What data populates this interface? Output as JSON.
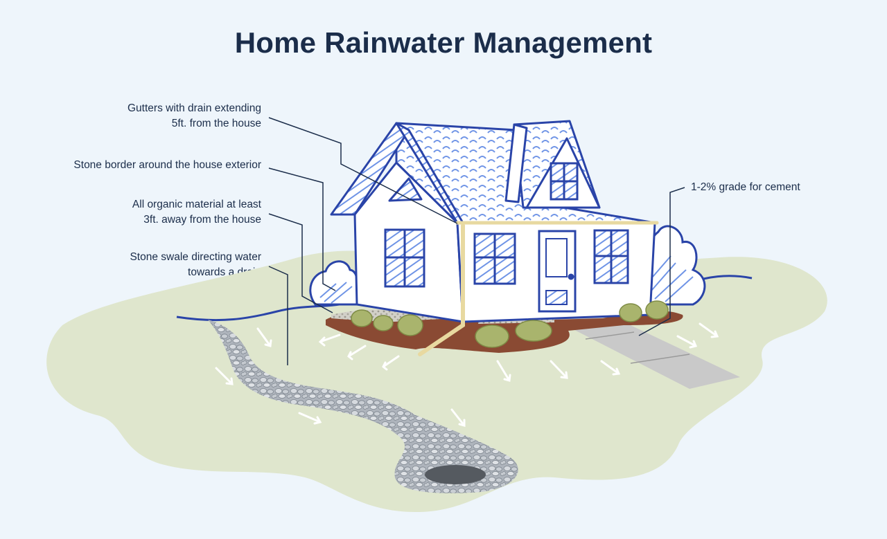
{
  "title": "Home Rainwater Management",
  "callouts": {
    "gutters": [
      "Gutters with drain extending",
      "5ft. from the house"
    ],
    "stone_border": [
      "Stone border around the house exterior"
    ],
    "organic": [
      "All organic material at least",
      "3ft. away from the house"
    ],
    "swale": [
      "Stone swale directing water",
      "towards a drain"
    ],
    "grade": [
      "1-2% grade for cement"
    ]
  },
  "colors": {
    "title": "#1b2d4a",
    "background": "#eef5fb",
    "lawn": "#dfe6cd",
    "house_outline": "#2a44a8",
    "house_fill": "#ffffff",
    "roof_hatch": "#6f94e6",
    "mulch": "#8a4a33",
    "stone": "#b9bec4",
    "gutter": "#e8d9a0",
    "cement": "#c9c9c9",
    "drain": "#555a60",
    "shrub": "#a9b46d"
  }
}
